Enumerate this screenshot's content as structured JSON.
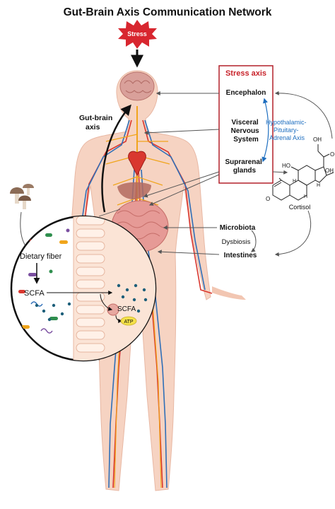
{
  "title": "Gut-Brain Axis Communication Network",
  "stress_badge": "Stress",
  "gut_brain_axis_label": [
    "Gut-brain",
    "axis"
  ],
  "stress_axis": {
    "heading": "Stress axis",
    "encephalon": "Encephalon",
    "visceral_nervous_system": [
      "Visceral",
      "Nervous",
      "System"
    ],
    "suprarenal_glands": [
      "Suprarenal",
      "glands"
    ],
    "hpa_axis": [
      "Hypothalamic-",
      "Pituitary-",
      "Adrenal Axis"
    ]
  },
  "cortisol": {
    "name": "Cortisol",
    "atoms": {
      "oh_top": "OH",
      "o_top": "O",
      "ho": "HO",
      "oh_ring": "OH",
      "h1": "H",
      "h2": "H",
      "h3": "H",
      "o_ring": "O"
    }
  },
  "microbiota": "Microbiota",
  "dysbiosis": "Dysbiosis",
  "intestines": "Intestines",
  "inset": {
    "dietary_fiber": "Dietary fiber",
    "scfa": "SCFA",
    "scfa_cell": "SCFA",
    "atp": "ATP"
  },
  "colors": {
    "stress_red": "#d8262f",
    "stress_box": "#b3202a",
    "hpa_blue": "#1f6fc0",
    "skin": "#f6d3c2",
    "artery": "#d9372f",
    "vein": "#2f6fb8",
    "nerve": "#f0a51c"
  }
}
